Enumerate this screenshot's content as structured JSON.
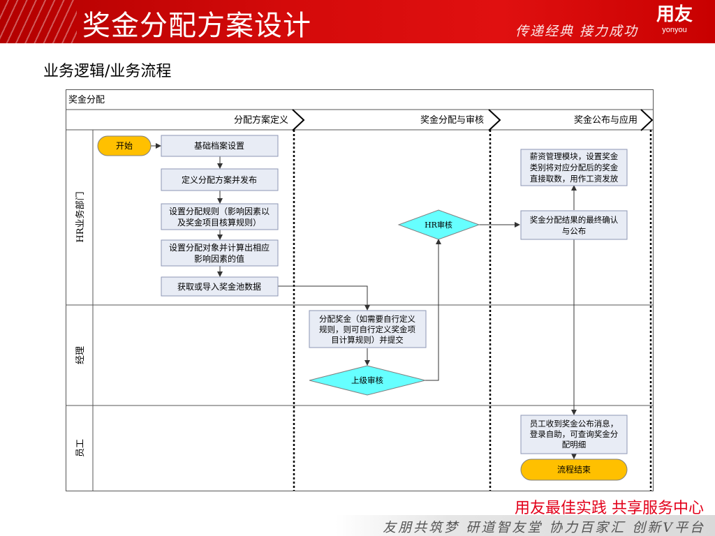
{
  "header": {
    "title": "奖金分配方案设计",
    "slogan": "传递经典 接力成功",
    "logo_text": "用友",
    "logo_subtext": "yonyou"
  },
  "section_heading": "业务逻辑/业务流程",
  "diagram": {
    "title": "奖金分配",
    "phases": [
      "分配方案定义",
      "奖金分配与审核",
      "奖金公布与应用"
    ],
    "lanes": [
      "HR业务部门",
      "经理",
      "员工"
    ],
    "nodes": {
      "start": "开始",
      "basic_archive": "基础档案设置",
      "define_plan": "定义分配方案并发布",
      "set_rules": [
        "设置分配规则（影响因素以",
        "及奖金项目核算规则）"
      ],
      "set_objects": [
        "设置分配对象并计算出相应",
        "影响因素的值"
      ],
      "get_pool": "获取或导入奖金池数据",
      "hr_review": "HR审核",
      "payroll_module": [
        "薪资管理模块，设置奖金",
        "类别将对应分配后的奖金",
        "直接取数，用作工资发放"
      ],
      "final_confirm": [
        "奖金分配结果的最终确认",
        "与公布"
      ],
      "allocate_bonus": [
        "分配奖金（如需要自行定义",
        "规则，则可自行定义奖金项",
        "目计算规则）并提交"
      ],
      "superior_review": "上级审核",
      "employee_query": [
        "员工收到奖金公布消息，",
        "登录自助，可查询奖金分",
        "配明细"
      ],
      "end": "流程结束"
    }
  },
  "footer": {
    "slogan": "用友最佳实践  共享服务中心",
    "motto": "友朋共筑梦  研道智友堂  协力百家汇  创新V平台"
  },
  "colors": {
    "banner_red": "#d40a0a",
    "terminator_fill": "#ffc000",
    "process_fill": "#e8ecf5",
    "decision_fill": "#66ffff",
    "footer_red": "#e2001a"
  }
}
